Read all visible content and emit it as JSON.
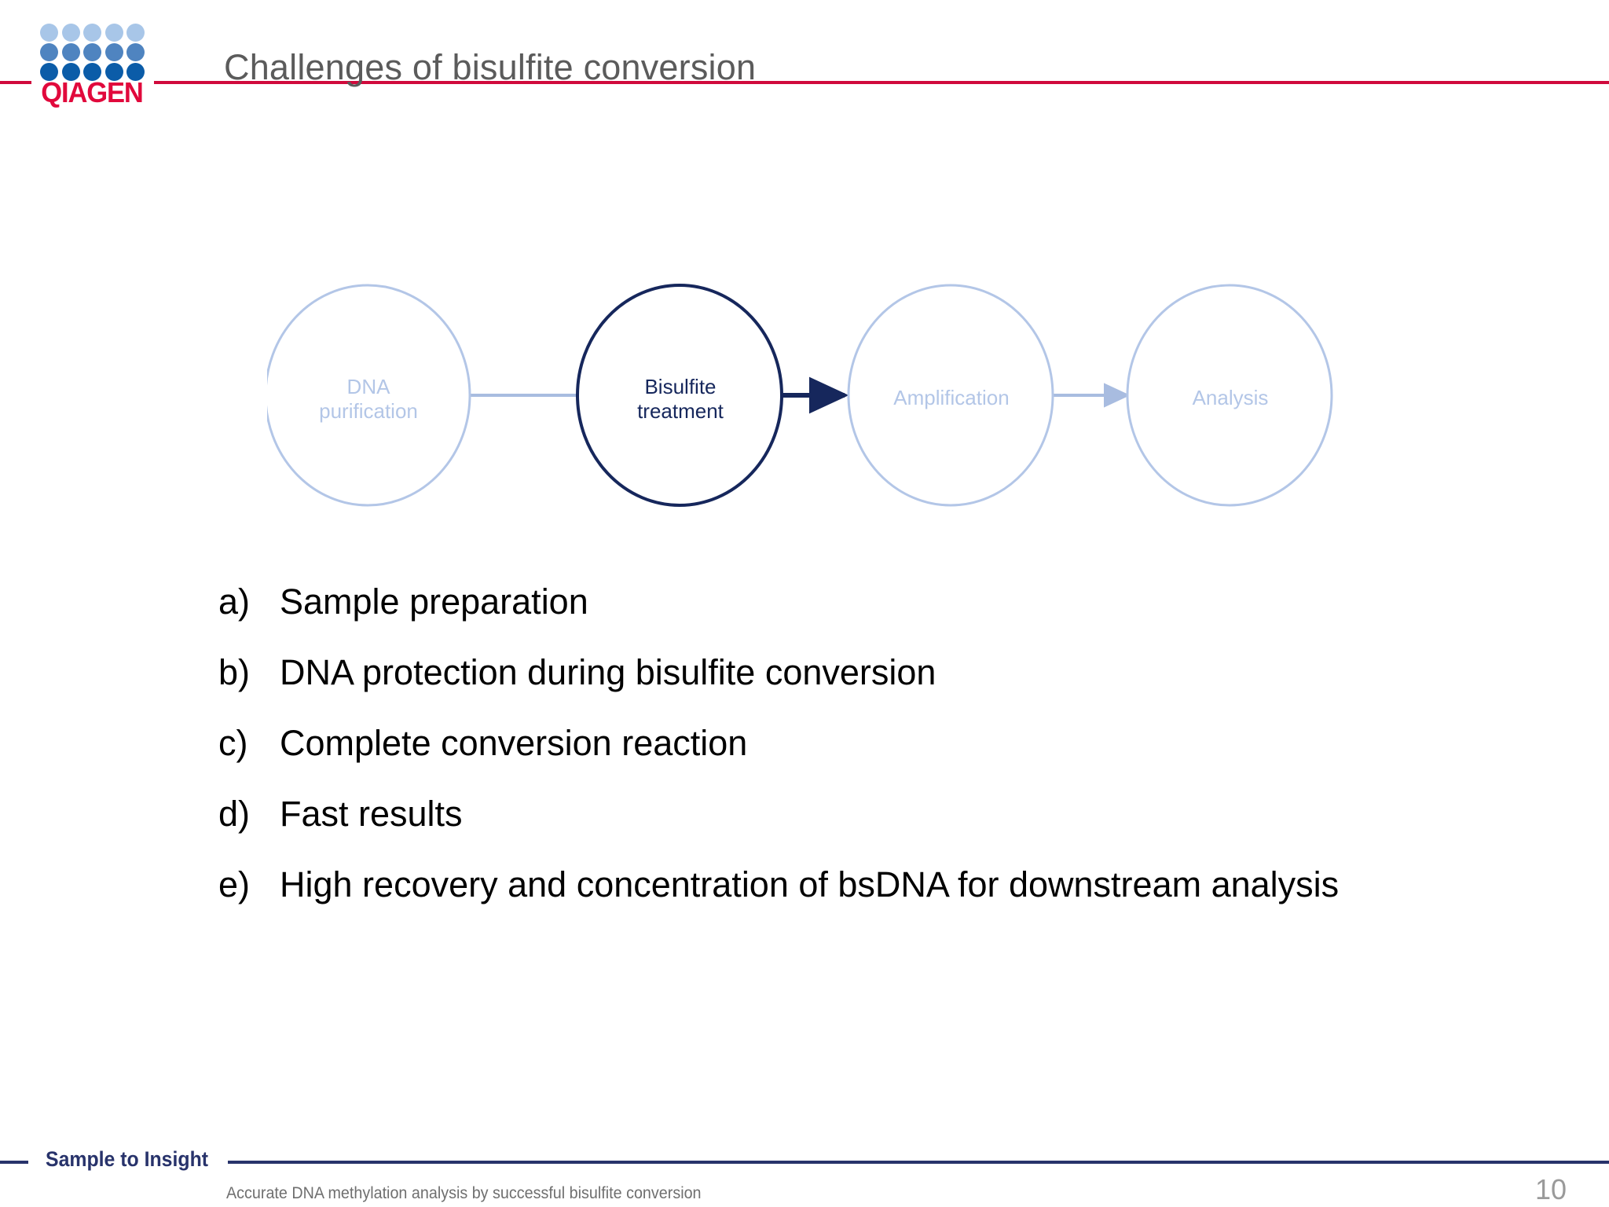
{
  "header": {
    "title": "Challenges of bisulfite conversion",
    "logo": {
      "wordmark": "QIAGEN",
      "dot_colors": [
        "#a8c6e8",
        "#4f84c0",
        "#0b5ca8"
      ],
      "wordmark_color": "#e1093c",
      "rule_color": "#d00a3c"
    }
  },
  "diagram": {
    "type": "workflow",
    "nodes": [
      {
        "id": "dna-purification",
        "label_line1": "DNA",
        "label_line2": "purification",
        "state": "inactive",
        "color": "#b3c6e7"
      },
      {
        "id": "bisulfite-treatment",
        "label_line1": "Bisulfite",
        "label_line2": "treatment",
        "state": "active",
        "color": "#16275c"
      },
      {
        "id": "amplification",
        "label_line1": "Amplification",
        "label_line2": "",
        "state": "inactive",
        "color": "#b3c6e7"
      },
      {
        "id": "analysis",
        "label_line1": "Analysis",
        "label_line2": "",
        "state": "inactive",
        "color": "#b3c6e7"
      }
    ],
    "connectors": [
      {
        "from": "dna-purification",
        "to": "bisulfite-treatment",
        "arrowhead": false,
        "color": "#b3c6e7"
      },
      {
        "from": "bisulfite-treatment",
        "to": "amplification",
        "arrowhead": true,
        "color": "#16275c"
      },
      {
        "from": "amplification",
        "to": "analysis",
        "arrowhead": true,
        "color": "#b3c6e7"
      }
    ]
  },
  "list": {
    "items": [
      {
        "marker": "a)",
        "text": "Sample preparation"
      },
      {
        "marker": "b)",
        "text": "DNA protection during bisulfite conversion"
      },
      {
        "marker": "c)",
        "text": "Complete conversion reaction"
      },
      {
        "marker": "d)",
        "text": "Fast results"
      },
      {
        "marker": "e)",
        "text": "High recovery and concentration of bsDNA for downstream analysis"
      }
    ]
  },
  "footer": {
    "tagline": "Sample to Insight",
    "subtitle": "Accurate DNA methylation analysis by successful bisulfite conversion",
    "page_number": "10",
    "rule_color": "#28336b"
  }
}
